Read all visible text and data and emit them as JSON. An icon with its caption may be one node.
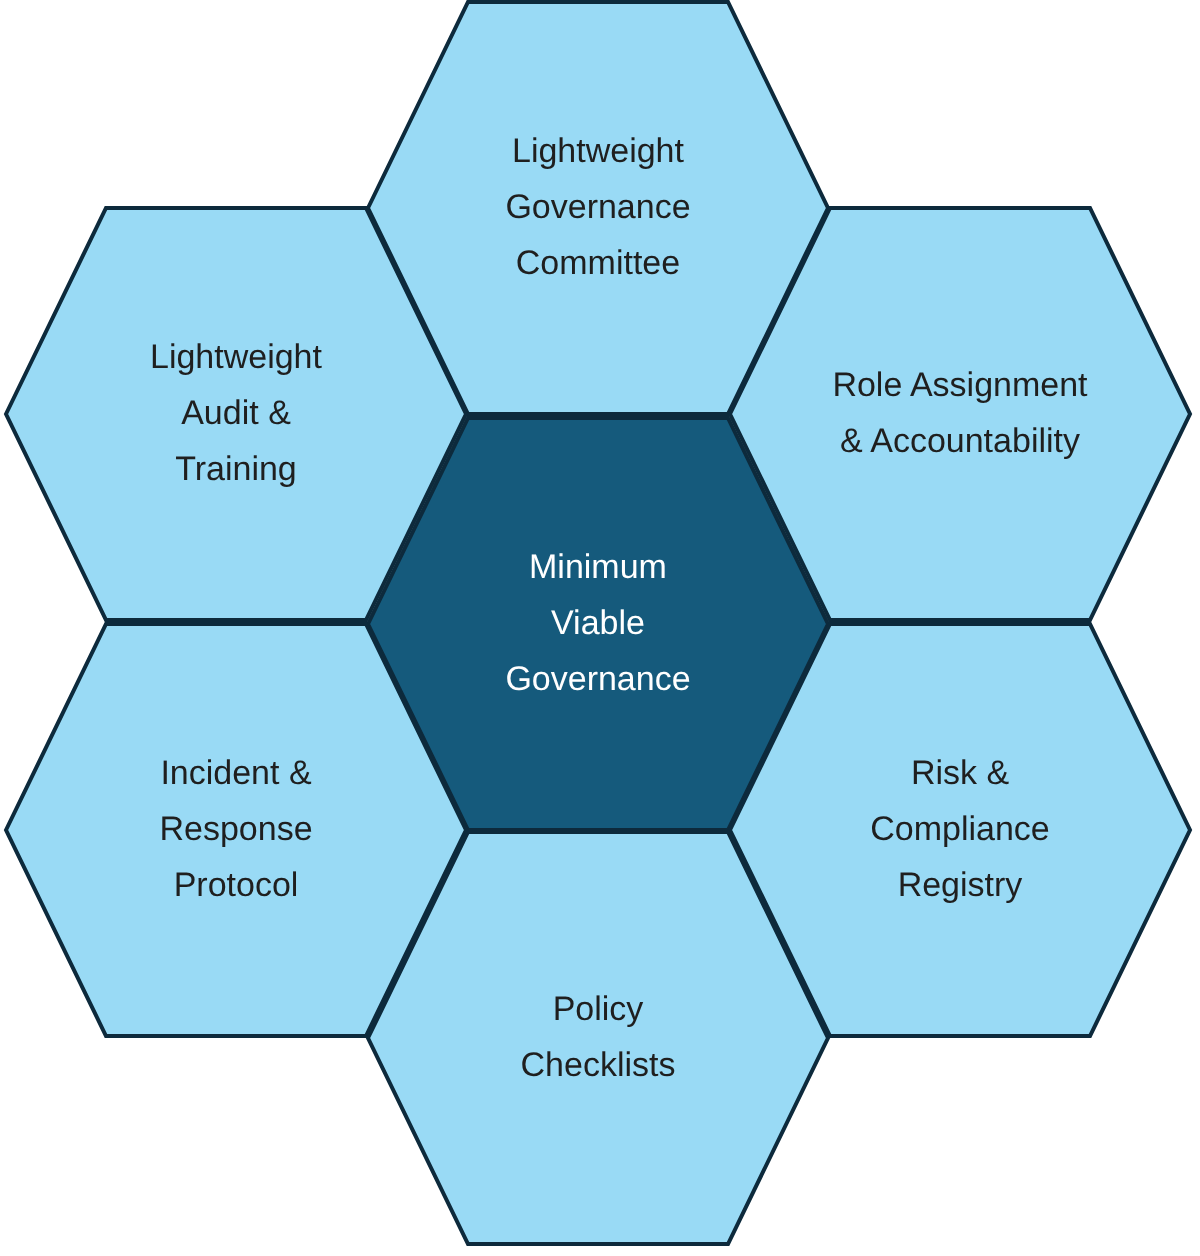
{
  "diagram": {
    "nodes": [
      {
        "text": [
          "Lightweight Governance Committee"
        ]
      },
      {
        "text": [
          "Lightweight Audit & Training"
        ]
      },
      {
        "text": [
          "Role Assignment & Accountability"
        ]
      },
      {
        "text": [
          "Minimum Viable Governance"
        ]
      },
      {
        "text": [
          "Incident & Response Protocol"
        ]
      },
      {
        "text": [
          "Risk & Compliance Registry"
        ]
      },
      {
        "text": [
          "Policy Checklists"
        ]
      }
    ],
    "edges": []
  }
}
